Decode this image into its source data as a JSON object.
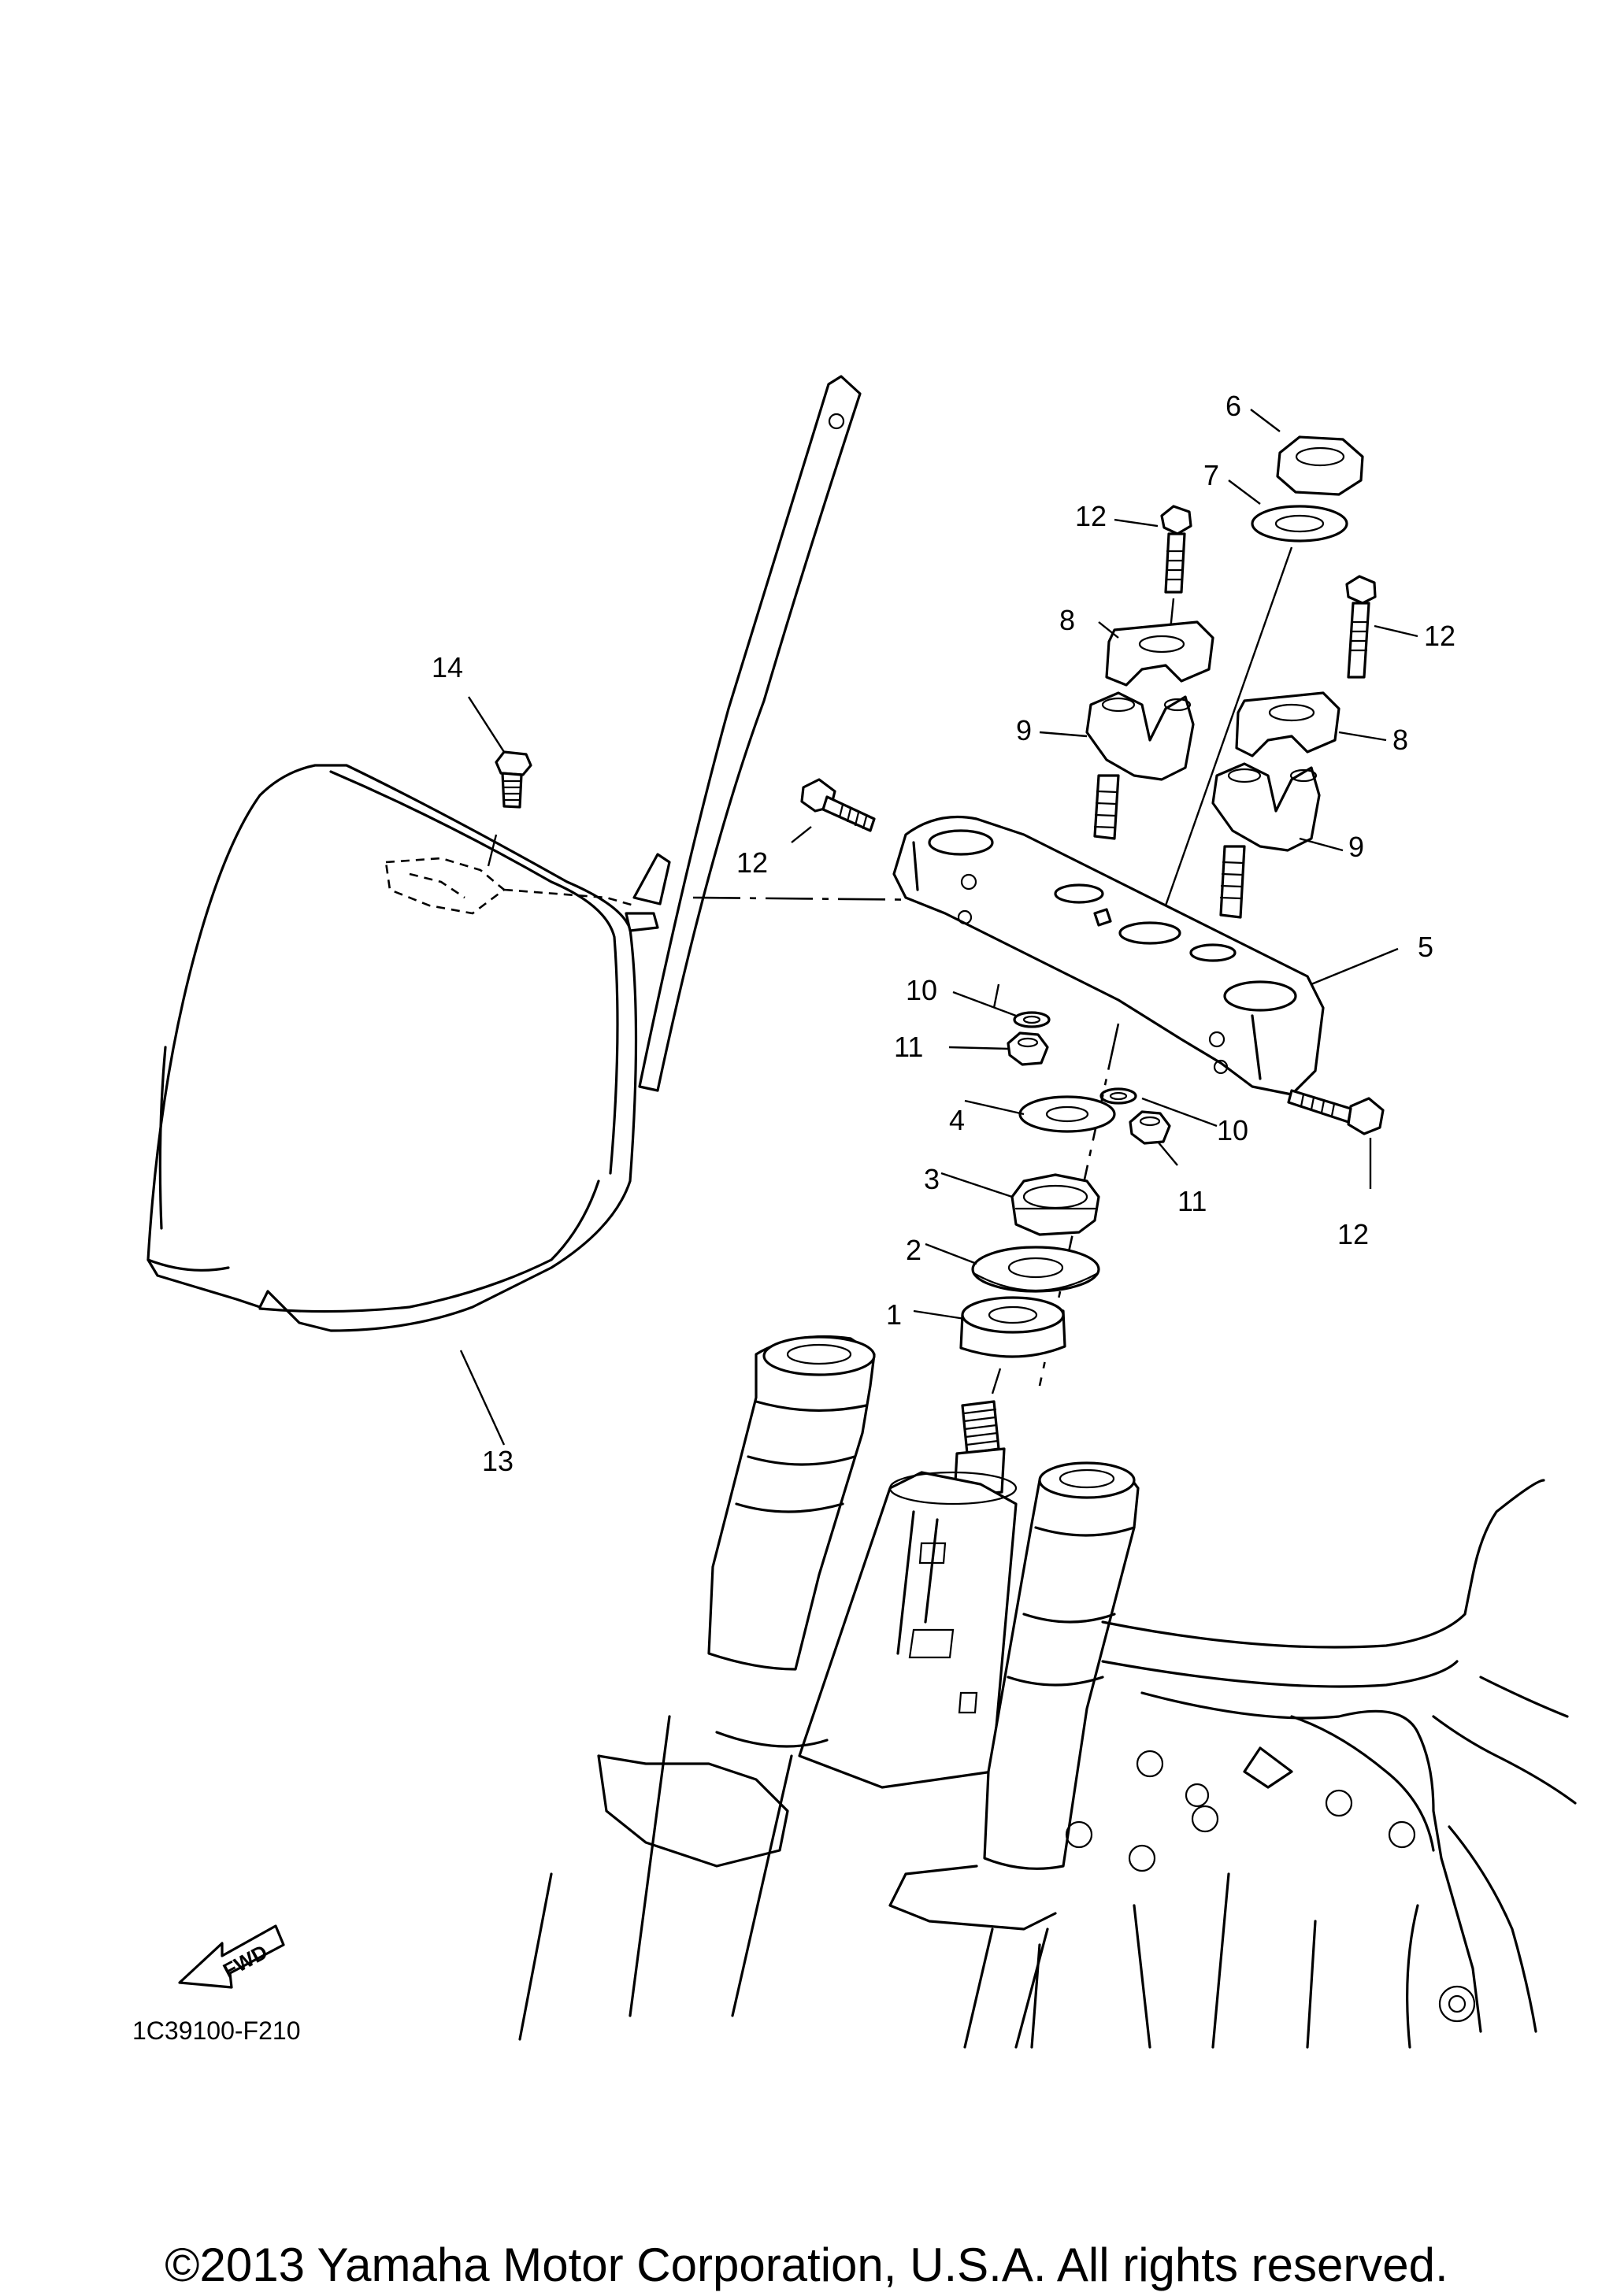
{
  "diagram": {
    "code": "1C39100-F210",
    "direction_label": "FWD",
    "callouts": [
      {
        "id": "c1",
        "label": "1"
      },
      {
        "id": "c2",
        "label": "2"
      },
      {
        "id": "c3",
        "label": "3"
      },
      {
        "id": "c4",
        "label": "4"
      },
      {
        "id": "c5",
        "label": "5"
      },
      {
        "id": "c6",
        "label": "6"
      },
      {
        "id": "c7",
        "label": "7"
      },
      {
        "id": "c8a",
        "label": "8"
      },
      {
        "id": "c8b",
        "label": "8"
      },
      {
        "id": "c9a",
        "label": "9"
      },
      {
        "id": "c9b",
        "label": "9"
      },
      {
        "id": "c10a",
        "label": "10"
      },
      {
        "id": "c10b",
        "label": "10"
      },
      {
        "id": "c11a",
        "label": "11"
      },
      {
        "id": "c11b",
        "label": "11"
      },
      {
        "id": "c12a",
        "label": "12"
      },
      {
        "id": "c12b",
        "label": "12"
      },
      {
        "id": "c12c",
        "label": "12"
      },
      {
        "id": "c12d",
        "label": "12"
      },
      {
        "id": "c13",
        "label": "13"
      },
      {
        "id": "c14",
        "label": "14"
      }
    ]
  },
  "footer": {
    "copyright": "©2013 Yamaha Motor Corporation, U.S.A. All rights reserved."
  }
}
